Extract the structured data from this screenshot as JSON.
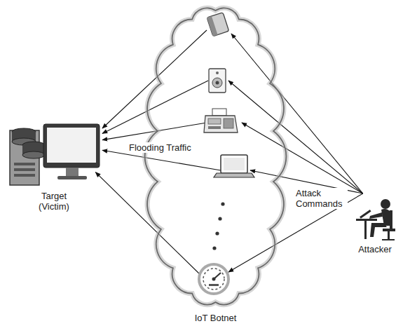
{
  "diagram": {
    "nodes": [
      {
        "text": [
          "Target (Victim)"
        ]
      },
      {
        "text": [
          "IoT Botnet"
        ]
      },
      {
        "text": [
          "Attacker"
        ]
      }
    ],
    "edges": [
      {
        "from": 2,
        "to": 1,
        "arrow": "to",
        "label": "Attack Commands"
      },
      {
        "from": 1,
        "to": 0,
        "arrow": "to",
        "label": "Flooding Traffic"
      }
    ]
  }
}
